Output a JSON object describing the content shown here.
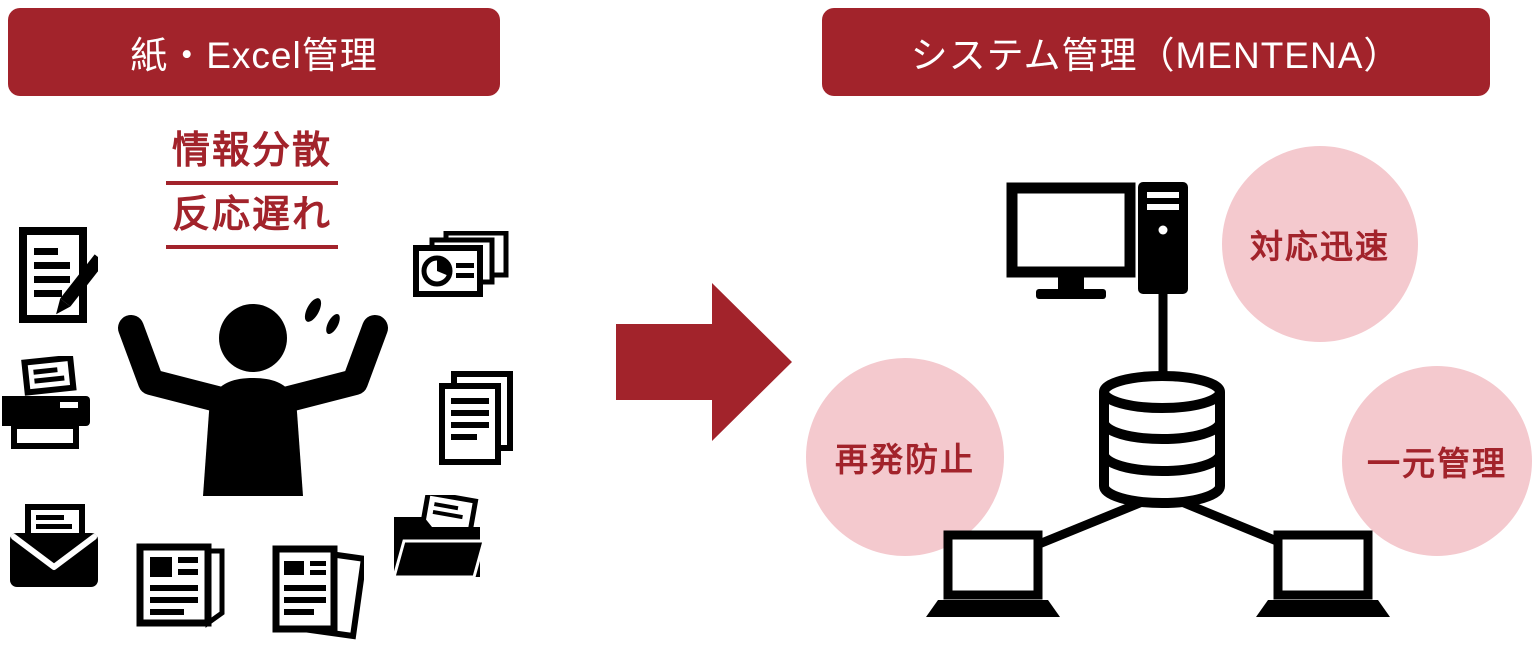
{
  "left_panel": {
    "header": "紙・Excel管理",
    "problems": [
      "情報分散",
      "反応遅れ"
    ],
    "icon_names": [
      "document-edit-icon",
      "printer-icon",
      "mail-icon",
      "newspaper-icon",
      "documents-icon",
      "folder-icon",
      "papers-icon",
      "slides-icon",
      "overwhelmed-person-icon"
    ]
  },
  "arrow_icon": "right-arrow-icon",
  "right_panel": {
    "header": "システム管理（MENTENA）",
    "benefits": [
      "対応迅速",
      "再発防止",
      "一元管理"
    ],
    "icon_names": [
      "desktop-computer-icon",
      "pc-tower-icon",
      "database-icon",
      "laptop-left-icon",
      "laptop-right-icon"
    ]
  },
  "colors": {
    "dark_red": "#A2232B",
    "pink": "#F4C9CE",
    "icon_black": "#000000",
    "background": "#FFFFFF"
  }
}
